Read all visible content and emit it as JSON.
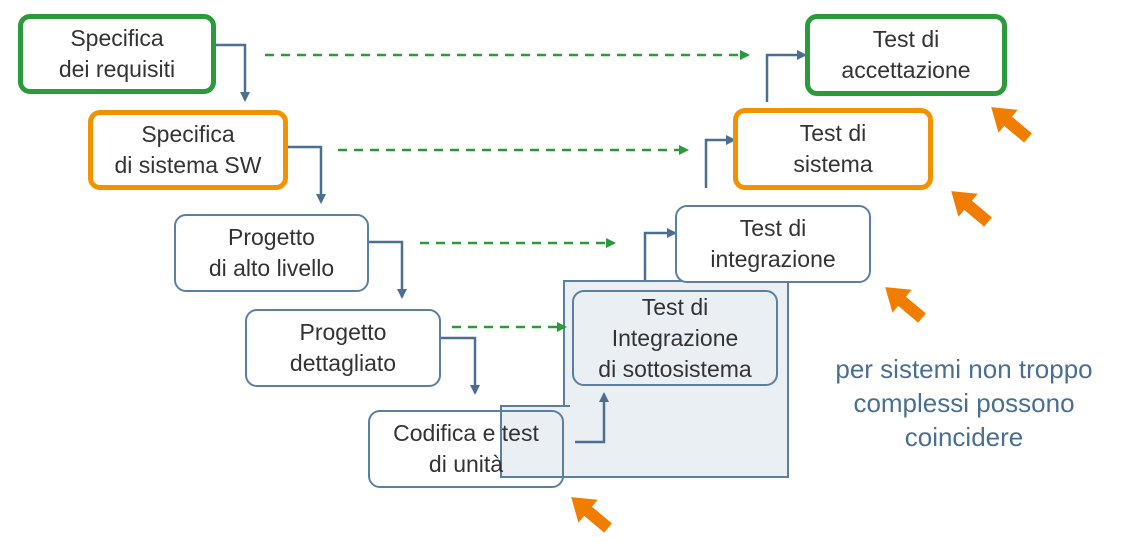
{
  "diagram": {
    "left_branch": {
      "requirements_spec": [
        "Specifica",
        "dei requisiti"
      ],
      "system_spec": [
        "Specifica",
        "di sistema SW"
      ],
      "high_level_design": [
        "Progetto",
        "di alto livello"
      ],
      "detailed_design": [
        "Progetto",
        "dettagliato"
      ],
      "coding": [
        "Codifica e test",
        "di unità"
      ]
    },
    "right_branch": {
      "acceptance_test": [
        "Test di",
        "accettazione"
      ],
      "system_test": [
        "Test di",
        "sistema"
      ],
      "integration_test": [
        "Test di",
        "integrazione"
      ],
      "subsystem_integration_test": [
        "Test di",
        "Integrazione",
        "di sottosistema"
      ]
    },
    "note": [
      "per sistemi non troppo",
      "complessi possono",
      "coincidere"
    ],
    "colors": {
      "highlight_green": "#2a9a3a",
      "highlight_orange": "#f39200",
      "box_border": "#5a7fa3",
      "dashed_arrow": "#2a9a3a",
      "pointer_arrow": "#f07c00",
      "note_text": "#4a6f93",
      "shade": "#eaeff4"
    }
  }
}
